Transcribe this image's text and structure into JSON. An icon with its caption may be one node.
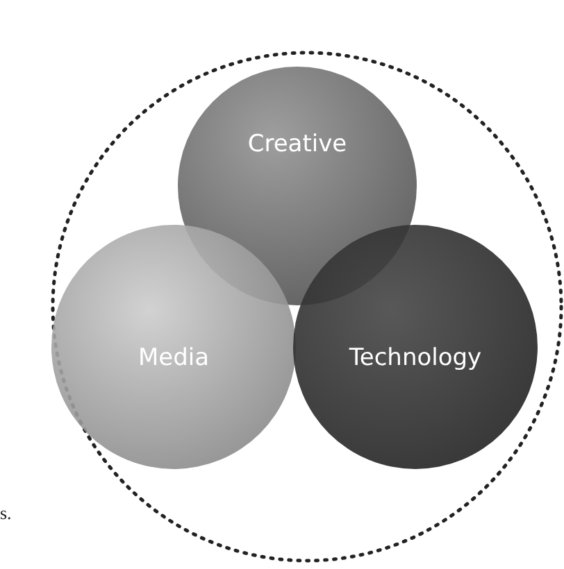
{
  "diagram": {
    "nodes": [
      {
        "text": [
          "Creative"
        ]
      },
      {
        "text": [
          "Media"
        ]
      },
      {
        "text": [
          "Technology"
        ]
      }
    ],
    "labels": [
      "s."
    ]
  }
}
